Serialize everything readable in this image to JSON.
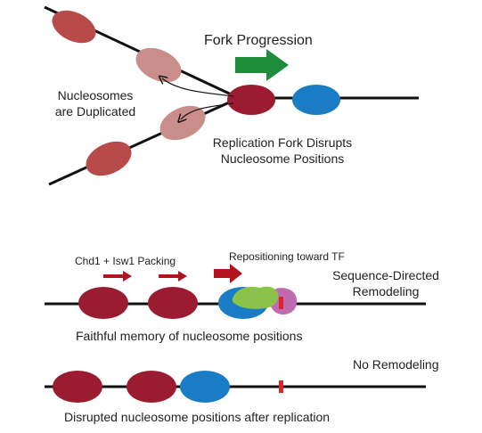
{
  "colors": {
    "nucleosome": "#9b1b30",
    "nucleosome_faded": "#c98e8a",
    "nucleosome_old": "#b84a4a",
    "tf_blue": "#1a7cc4",
    "remodeler_green": "#8bc34a",
    "remodeler_pink": "#c06bb0",
    "progress_arrow": "#1e8c3a",
    "packing_arrow": "#b3121f",
    "binding_site": "#e0222a",
    "dna": "#111111"
  },
  "panel_top": {
    "fork_progression_label": "Fork Progression",
    "duplicated_label_line1": "Nucleosomes",
    "duplicated_label_line2": "are Duplicated",
    "disrupts_label_line1": "Replication Fork Disrupts",
    "disrupts_label_line2": "Nucleosome Positions"
  },
  "panel_middle": {
    "packing_label": "Chd1 + Isw1 Packing",
    "repositioning_label": "Repositioning toward TF",
    "sequence_label_line1": "Sequence-Directed",
    "sequence_label_line2": "Remodeling",
    "faithful_label": "Faithful memory of nucleosome positions"
  },
  "panel_bottom": {
    "no_remodeling_label": "No Remodeling",
    "disrupted_label": "Disrupted nucleosome positions after replication"
  }
}
